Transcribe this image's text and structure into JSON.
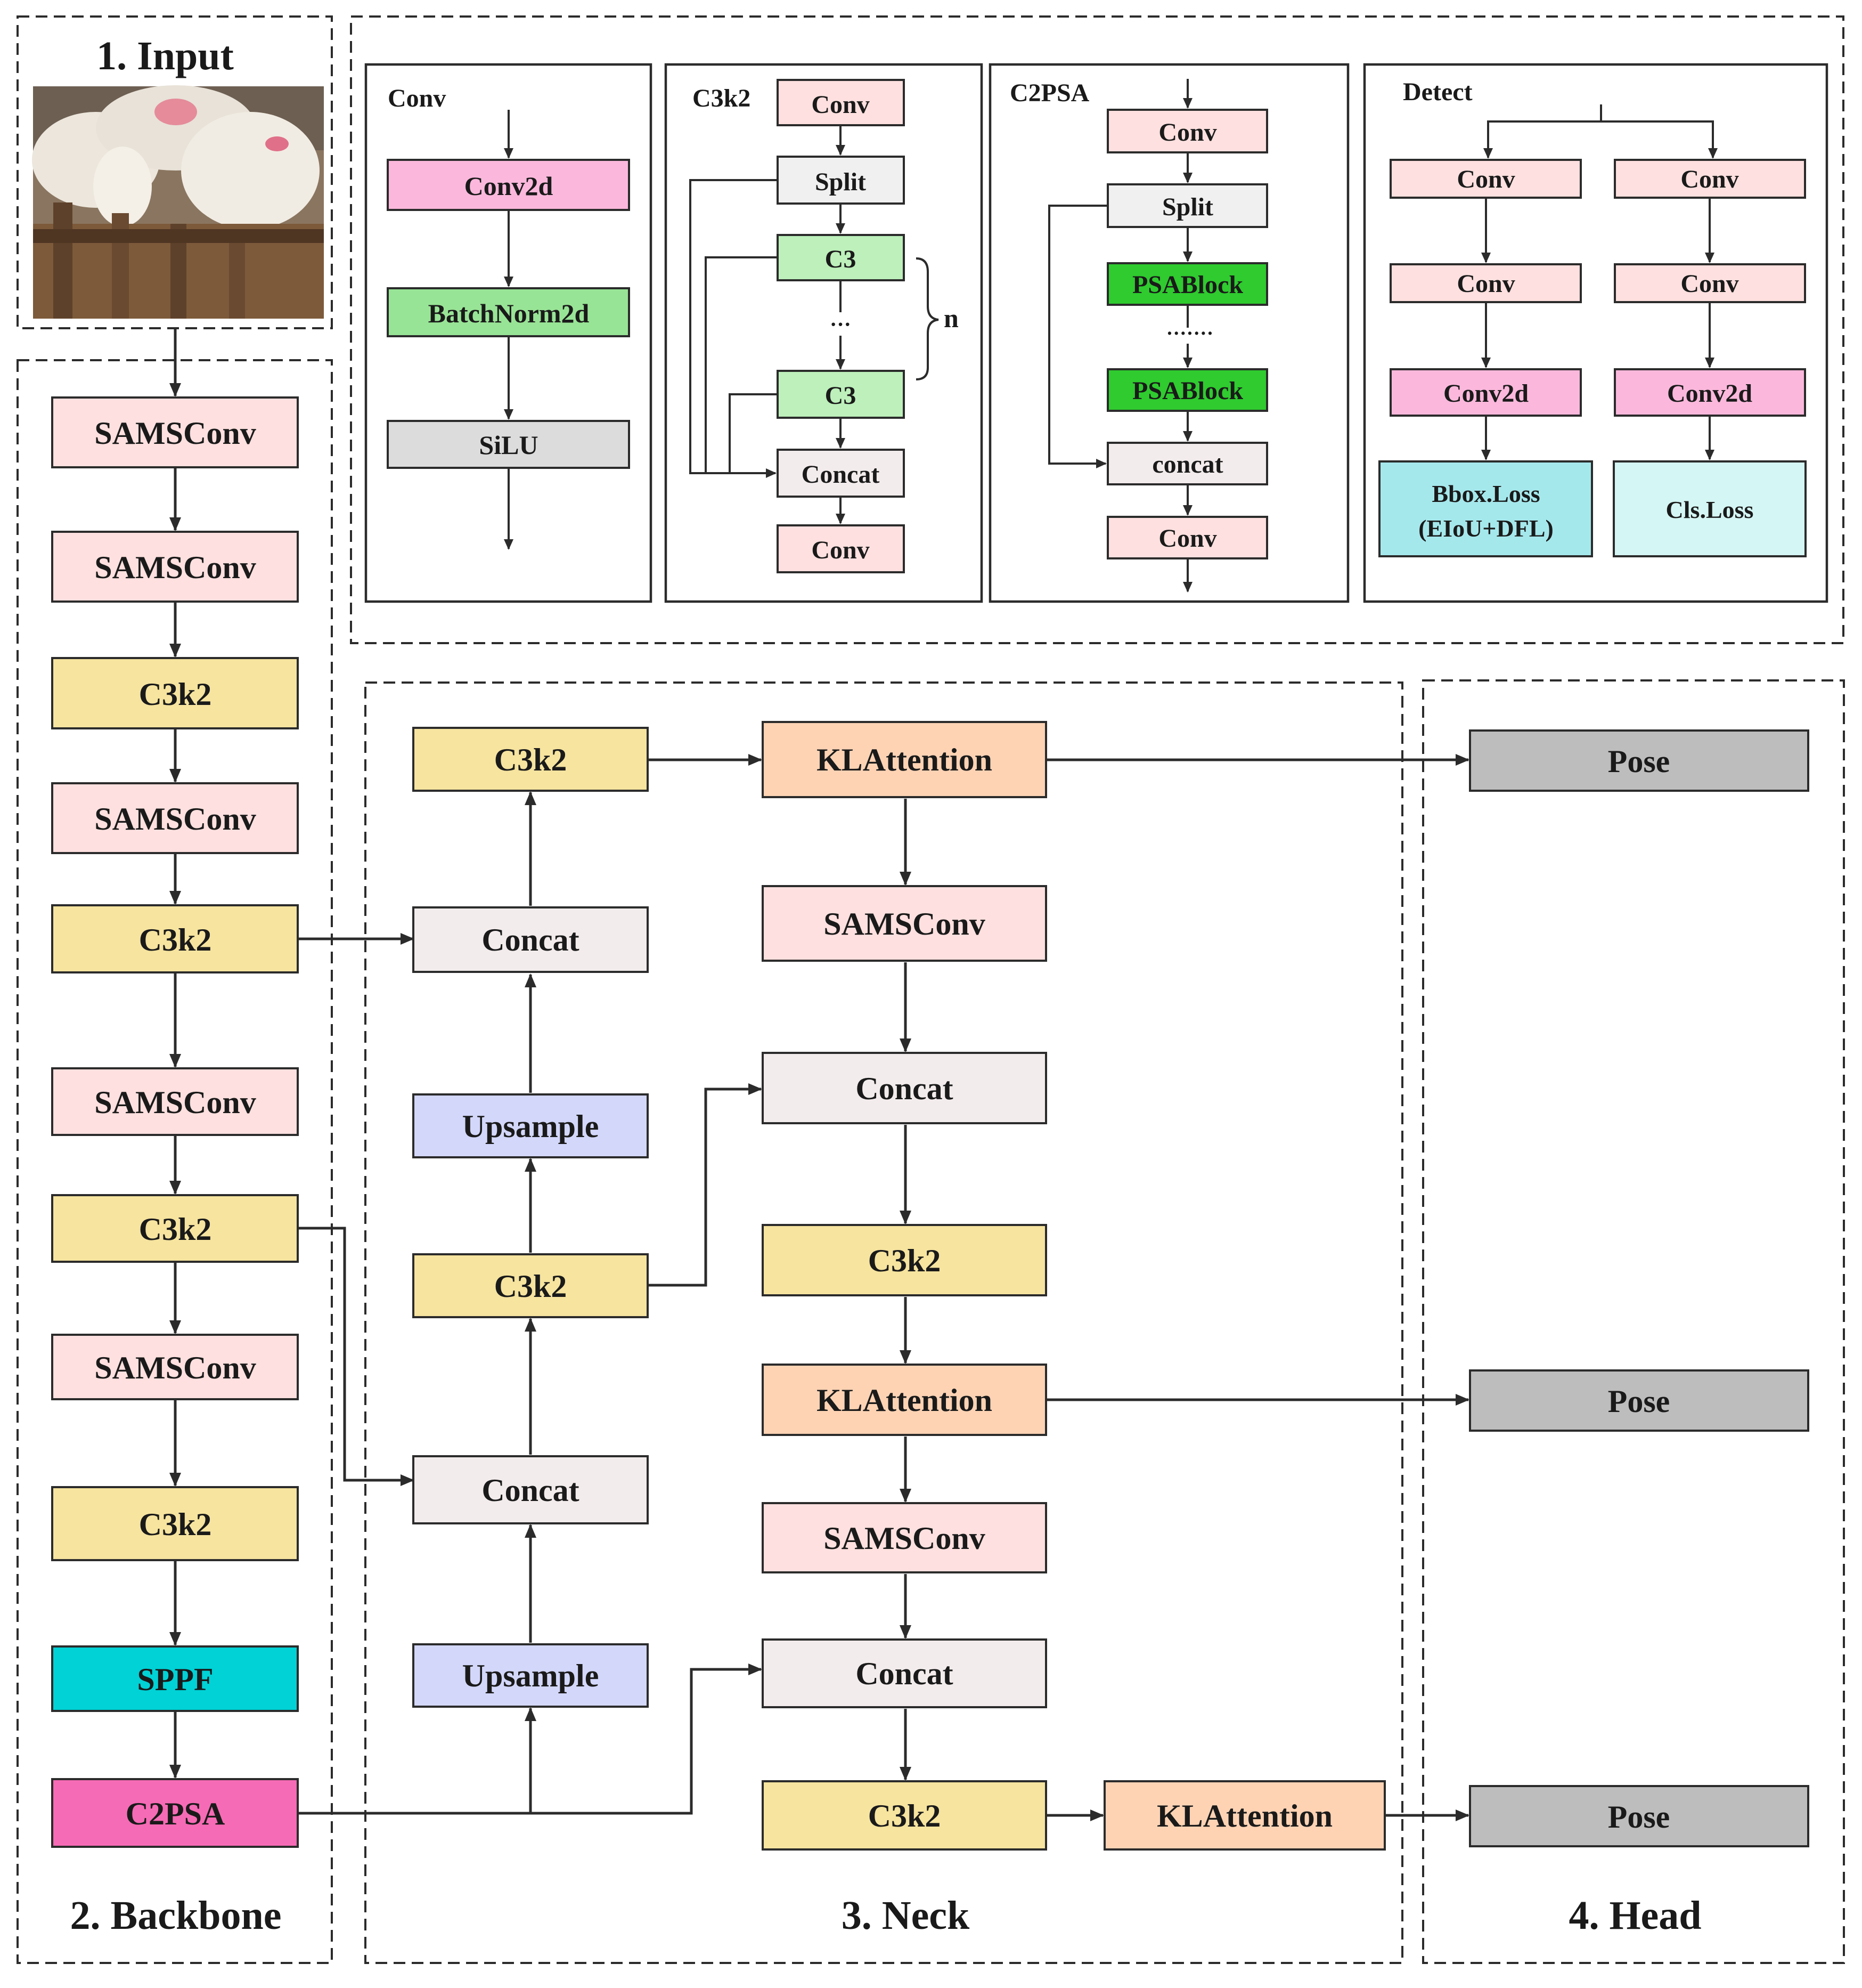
{
  "sections": {
    "input": "1. Input",
    "backbone": "2. Backbone",
    "neck": "3. Neck",
    "head": "4. Head"
  },
  "backbone": [
    "SAMSConv",
    "SAMSConv",
    "C3k2",
    "SAMSConv",
    "C3k2",
    "SAMSConv",
    "C3k2",
    "SAMSConv",
    "C3k2",
    "SPPF",
    "C2PSA"
  ],
  "neck": {
    "left": [
      "C3k2",
      "Concat",
      "Upsample",
      "C3k2",
      "Concat",
      "Upsample"
    ],
    "right": [
      "KLAttention",
      "SAMSConv",
      "Concat",
      "C3k2",
      "KLAttention",
      "SAMSConv",
      "Concat",
      "C3k2",
      "KLAttention"
    ]
  },
  "head": [
    "Pose",
    "Pose",
    "Pose"
  ],
  "modules": {
    "conv": {
      "title": "Conv",
      "blocks": [
        "Conv2d",
        "BatchNorm2d",
        "SiLU"
      ]
    },
    "c3k2": {
      "title": "C3k2",
      "blocks": [
        "Conv",
        "Split",
        "C3",
        "C3",
        "Concat",
        "Conv"
      ],
      "dots": "···",
      "repeat": "n"
    },
    "c2psa": {
      "title": "C2PSA",
      "blocks": [
        "Conv",
        "Split",
        "PSABlock",
        "PSABlock",
        "concat",
        "Conv"
      ],
      "dots": "·······"
    },
    "detect": {
      "title": "Detect",
      "left": [
        "Conv",
        "Conv",
        "Conv2d"
      ],
      "right": [
        "Conv",
        "Conv",
        "Conv2d"
      ],
      "loss_left": [
        "Bbox.Loss",
        "(EIoU+DFL)"
      ],
      "loss_right": "Cls.Loss"
    }
  },
  "colors": {
    "samsconv": "#fde0df",
    "c3k2": "#f6e49f",
    "sppf": "#00d2d6",
    "c2psa": "#f66bb5",
    "concat": "#f3ecec",
    "upsample": "#d3d7fa",
    "klattention": "#fdd3b4",
    "pose": "#bdbdbd",
    "conv2d": "#fbb8dc",
    "batchnorm": "#98e496",
    "silu": "#dcdcdc",
    "split": "#f0f0f0",
    "c3": "#bdf0bb",
    "psablock": "#2fcb2f",
    "bbox_loss": "#a5e8ec",
    "cls_loss": "#d4f6f4"
  }
}
